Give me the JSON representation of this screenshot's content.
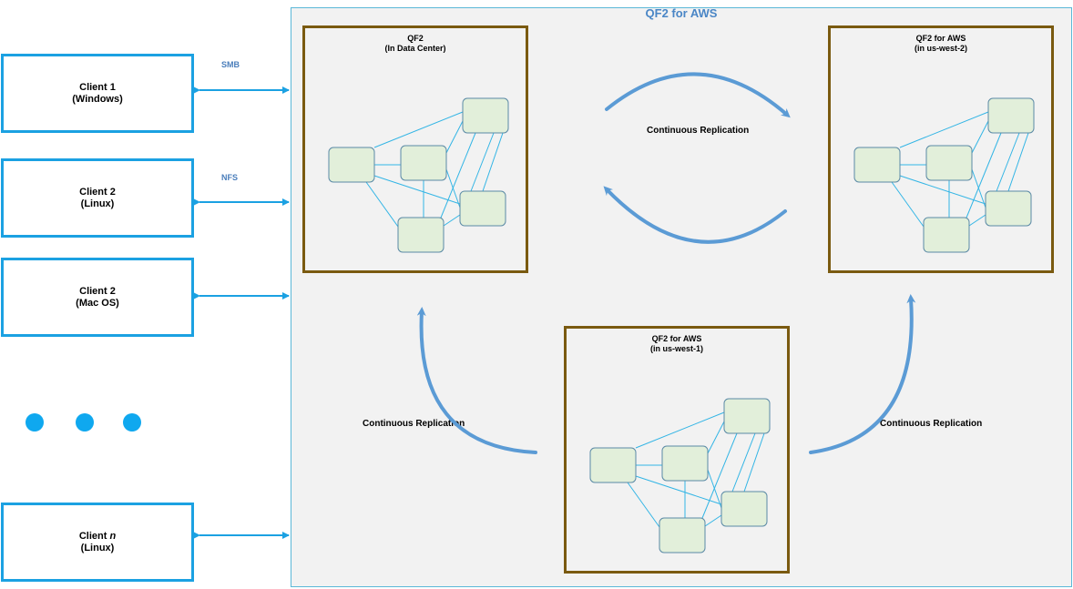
{
  "diagram_title": "QF2 for AWS",
  "clients": [
    {
      "line1": "Client 1",
      "line2": "(Windows)"
    },
    {
      "line1": "Client 2",
      "line2": "(Linux)"
    },
    {
      "line1": "Client 2",
      "line2": "(Mac OS)"
    },
    {
      "line1": "Client ",
      "line1_italic": "n",
      "line2": "(Linux)"
    }
  ],
  "protocols": {
    "smb": "SMB",
    "nfs": "NFS"
  },
  "clusters": {
    "dc": {
      "line1": "QF2",
      "line2": "(In Data Center)"
    },
    "west2": {
      "line1": "QF2 for AWS",
      "line2": "(in us-west-2)"
    },
    "west1": {
      "line1": "QF2 for AWS",
      "line2": "(in us-west-1)"
    }
  },
  "replication": {
    "top": "Continuous Replication",
    "left": "Continuous Replication",
    "right": "Continuous Replication"
  },
  "colors": {
    "client_border": "#1ba1e2",
    "arrow": "#1ba1e2",
    "replication_arrow": "#5b9bd5",
    "cluster_border": "#7a5a10",
    "node_fill": "#e2efda",
    "node_stroke": "#5b8aa6",
    "link": "#33b5e5",
    "title": "#4a86c6"
  }
}
